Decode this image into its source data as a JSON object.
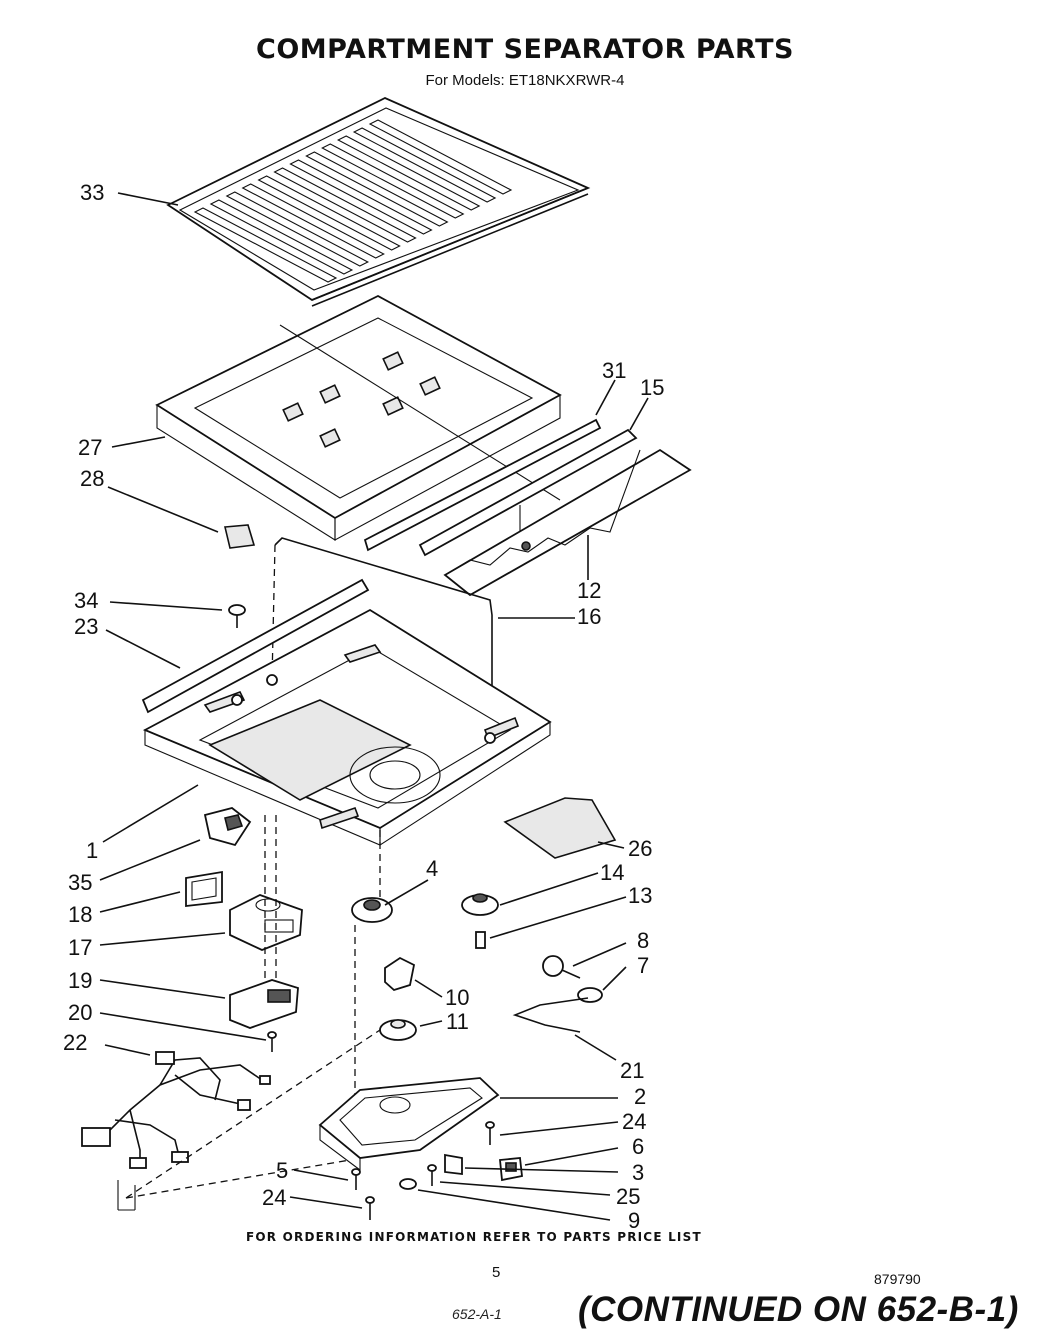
{
  "title": "COMPARTMENT SEPARATOR PARTS",
  "subtitle": "For Models: ET18NKXRWR-4",
  "footer": {
    "ordering_note": "FOR ORDERING INFORMATION REFER TO PARTS PRICE LIST",
    "page_number": "5",
    "diagram_code": "879790",
    "handwritten_ref": "652-A-1",
    "continued_note": "(CONTINUED ON 652-B-1)"
  },
  "parts": [
    {
      "key": "33",
      "label": "33"
    },
    {
      "key": "31",
      "label": "31"
    },
    {
      "key": "15",
      "label": "15"
    },
    {
      "key": "27",
      "label": "27"
    },
    {
      "key": "28",
      "label": "28"
    },
    {
      "key": "12",
      "label": "12"
    },
    {
      "key": "34",
      "label": "34"
    },
    {
      "key": "23",
      "label": "23"
    },
    {
      "key": "16",
      "label": "16"
    },
    {
      "key": "1",
      "label": "1"
    },
    {
      "key": "26",
      "label": "26"
    },
    {
      "key": "35",
      "label": "35"
    },
    {
      "key": "4",
      "label": "4"
    },
    {
      "key": "14",
      "label": "14"
    },
    {
      "key": "13",
      "label": "13"
    },
    {
      "key": "18",
      "label": "18"
    },
    {
      "key": "17",
      "label": "17"
    },
    {
      "key": "8",
      "label": "8"
    },
    {
      "key": "7",
      "label": "7"
    },
    {
      "key": "19",
      "label": "19"
    },
    {
      "key": "10",
      "label": "10"
    },
    {
      "key": "11",
      "label": "11"
    },
    {
      "key": "20",
      "label": "20"
    },
    {
      "key": "22",
      "label": "22"
    },
    {
      "key": "21",
      "label": "21"
    },
    {
      "key": "2",
      "label": "2"
    },
    {
      "key": "24a",
      "label": "24"
    },
    {
      "key": "6",
      "label": "6"
    },
    {
      "key": "3",
      "label": "3"
    },
    {
      "key": "5",
      "label": "5"
    },
    {
      "key": "25",
      "label": "25"
    },
    {
      "key": "24b",
      "label": "24"
    },
    {
      "key": "9",
      "label": "9"
    }
  ]
}
